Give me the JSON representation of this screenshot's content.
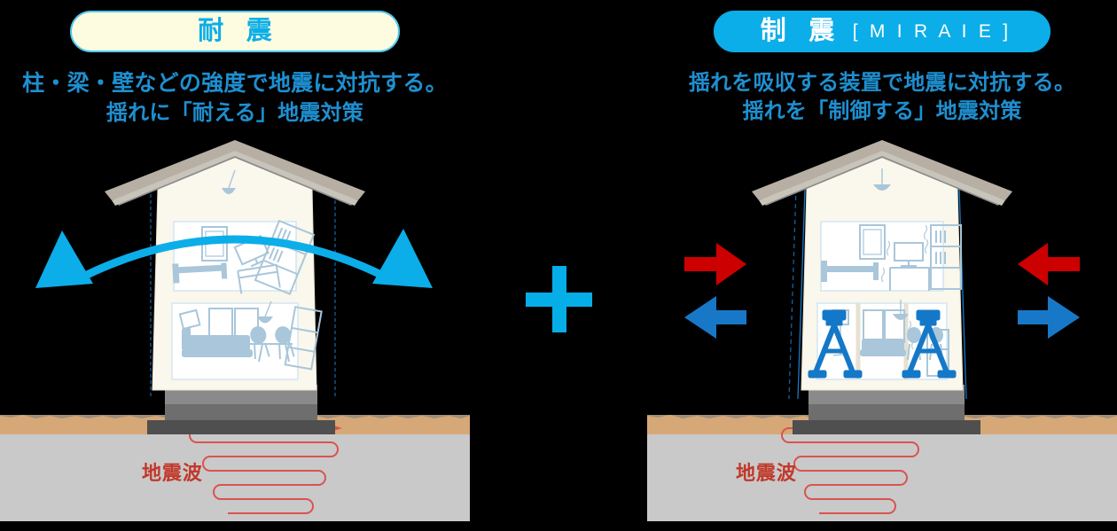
{
  "figure": {
    "type": "comparison-diagram",
    "topic": "Earthquake resistance vs vibration control (seismic damping)"
  },
  "colors": {
    "cyan": "#0BAEE8",
    "cyan_light": "#4FC8EC",
    "cream": "#FDFBE0",
    "caption_blue": "#1E8FD0",
    "red": "#C0392B",
    "arrow_red": "#CC0000",
    "arrow_blue": "#1878C8",
    "soil": "#D6A877",
    "rock": "#C9C9C9",
    "foundation_dark": "#4F4F4F",
    "foundation_mid": "#6E6E6E",
    "roof_gray": "#8C8C8C",
    "roof_tan": "#B7AFA4",
    "wall_cream": "#FAF7EC",
    "furniture_blue": "#A9C6DA"
  },
  "left_panel": {
    "pill_label": "耐 震",
    "pill_sub": "",
    "caption_line1": "柱・梁・壁などの強度で地震に対抗する。",
    "caption_line2": "揺れに「耐える」地震対策",
    "wave_label": "地震波",
    "annotations": {
      "arc_arrow": "house sways side to side",
      "triangles": "two cyan triangles indicating large sway at both sides",
      "furniture_state": "toppling / tilted"
    }
  },
  "right_panel": {
    "pill_label": "制 震",
    "pill_sub": "[ M I R A I E ]",
    "caption_line1": "揺れを吸収する装置で地震に対抗する。",
    "caption_line2": "揺れを「制御する」地震対策",
    "wave_label": "地震波",
    "annotations": {
      "arrow_red": "outward force (earthquake energy)",
      "arrow_blue": "inward counter force absorbed by damper",
      "dampers": "two blue A-frame MIRAIE dampers on ground floor",
      "furniture_state": "upright with slight vibration marks"
    }
  },
  "center": {
    "operator": "+"
  }
}
